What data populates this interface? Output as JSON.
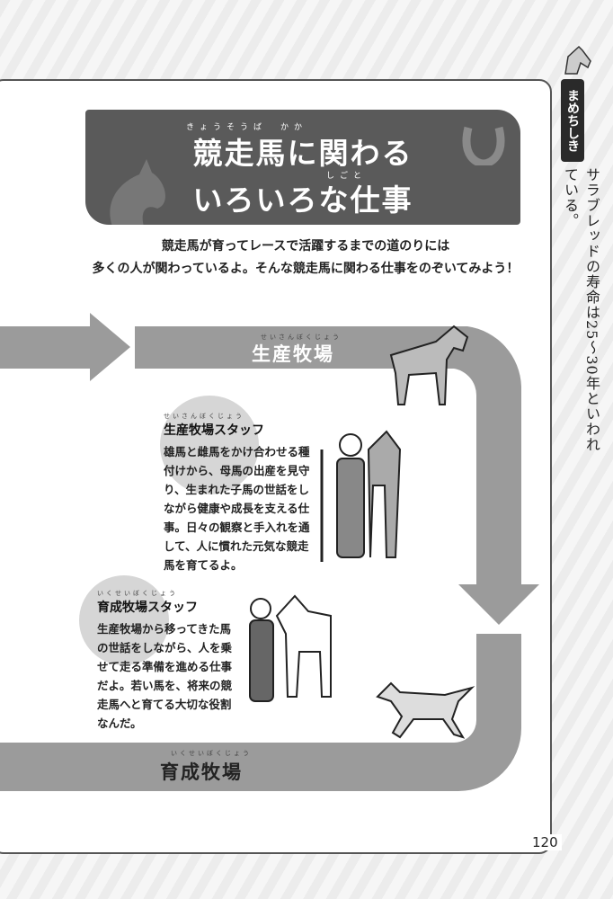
{
  "title": {
    "line1": "競走馬に関わる",
    "line2": "いろいろな仕事",
    "ruby1": "きょうそうば　かか",
    "ruby2": "しごと"
  },
  "intro": {
    "line1": "競走馬が育ってレースで活躍するまでの道のりには",
    "line2": "多くの人が関わっているよ。そんな競走馬に関わる仕事をのぞいてみよう！"
  },
  "path": {
    "top_label": "生産牧場",
    "top_ruby": "せいさんぼくじょう",
    "bottom_label": "育成牧場",
    "bottom_ruby": "いくせいぼくじょう"
  },
  "staff": [
    {
      "ruby": "せいさんぼくじょう",
      "heading": "生産牧場スタッフ",
      "body": "雄馬と雌馬をかけ合わせる種付けから、母馬の出産を見守り、生まれた子馬の世話をしながら健康や成長を支える仕事。日々の観察と手入れを通して、人に慣れた元気な競走馬を育てるよ。"
    },
    {
      "ruby": "いくせいぼくじょう",
      "heading": "育成牧場スタッフ",
      "body": "生産牧場から移ってきた馬の世話をしながら、人を乗せて走る準備を進める仕事だよ。若い馬を、将来の競走馬へと育てる大切な役割なんだ。"
    }
  ],
  "sidebar": {
    "tag": "まめちしき",
    "text": "サラブレッドの寿命は25〜30年といわれている。"
  },
  "page_number": "120",
  "colors": {
    "band": "#9b9b9b",
    "title_bg": "#5a5a5a",
    "circle": "#d6d6d6"
  }
}
